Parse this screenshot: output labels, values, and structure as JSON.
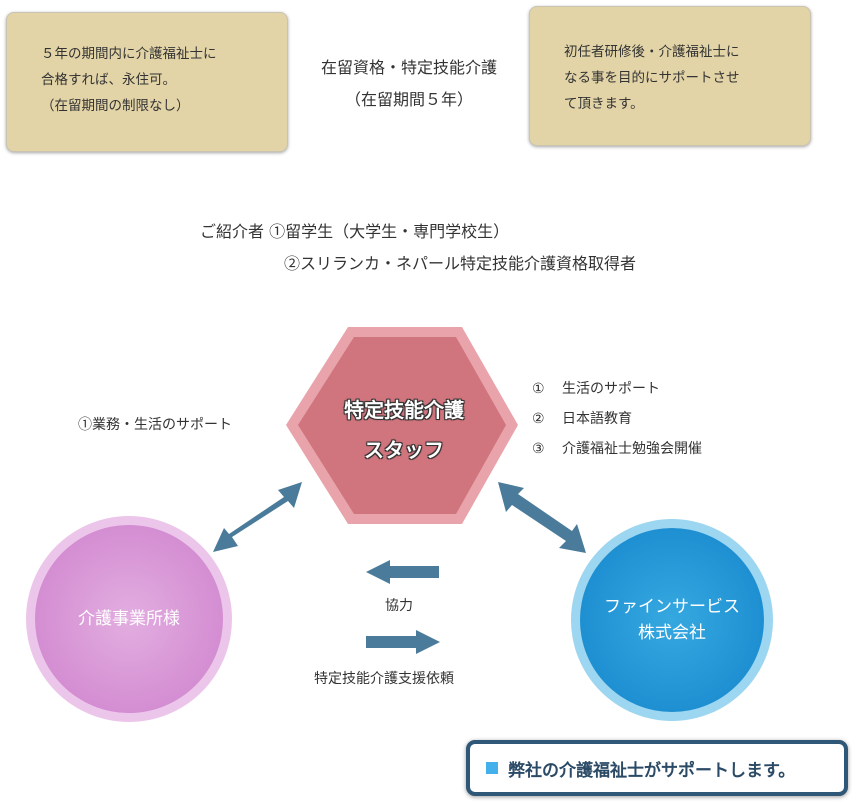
{
  "top_left_note": {
    "lines": [
      "５年の期間内に介護福祉士に",
      "合格すれば、永住可。",
      "（在留期間の制限なし）"
    ]
  },
  "visa_status": {
    "line1": "在留資格・特定技能介護",
    "line2": "（在留期間５年）"
  },
  "top_right_note": {
    "lines": [
      "初任者研修後・介護福祉士に",
      "なる事を目的にサポートさせ",
      "て頂きます。"
    ]
  },
  "introducer": {
    "label": "ご紹介者",
    "item1": "①留学生（大学生・専門学校生）",
    "item2": "②スリランカ・ネパール特定技能介護資格取得者"
  },
  "center_node": {
    "line1": "特定技能介護",
    "line2": "スタッフ",
    "fill": "#d0757d",
    "border": "#e9a3aa"
  },
  "left_support_label": "①業務・生活のサポート",
  "right_support_list": [
    {
      "num": "①",
      "text": "生活のサポート"
    },
    {
      "num": "②",
      "text": "日本語教育"
    },
    {
      "num": "③",
      "text": "介護福祉士勉強会開催"
    }
  ],
  "care_facility_node": {
    "label": "介護事業所様",
    "fill": "#d48dd2",
    "border": "#ecc6ea"
  },
  "company_node": {
    "line1": "ファインサービス",
    "line2": "株式会社",
    "fill": "#2295d4",
    "border": "#9dd6f0"
  },
  "flows": {
    "cooperation": "協力",
    "request": "特定技能介護支援依頼",
    "arrow_color": "#4a7b9a"
  },
  "banner": {
    "text": "弊社の介護福祉士がサポートします。",
    "accent": "#43b0ec"
  }
}
